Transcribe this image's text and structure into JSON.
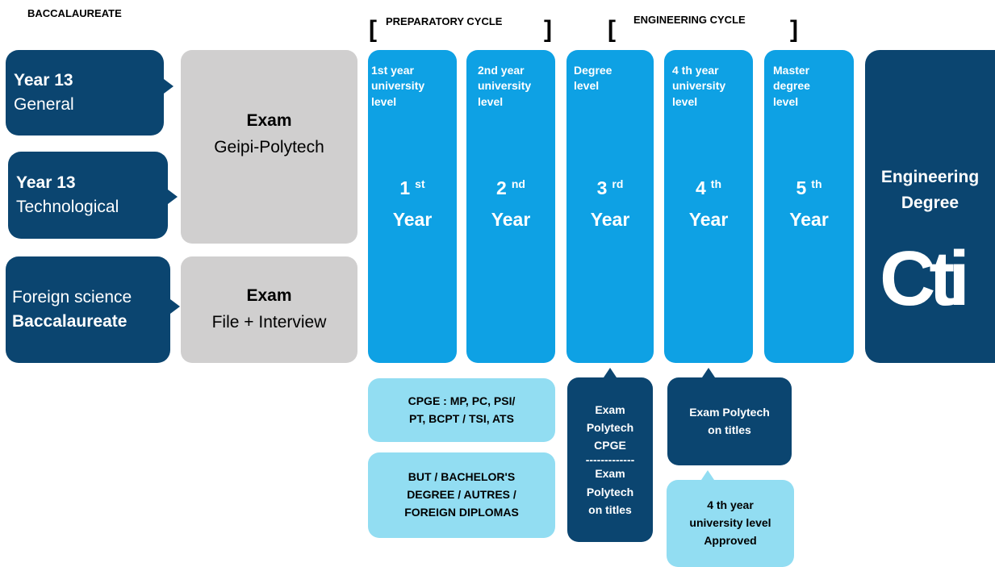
{
  "headers": {
    "bac": "BACCALAUREATE",
    "prep": "PREPARATORY CYCLE",
    "eng": "ENGINEERING CYCLE",
    "open": "[",
    "close": "]"
  },
  "entries": [
    {
      "title": "Year 13",
      "sub": "General"
    },
    {
      "title": "Year 13",
      "sub": "Technological"
    },
    {
      "title": "Foreign science",
      "sub": "Baccalaureate"
    }
  ],
  "exams": [
    {
      "title": "Exam",
      "sub": "Geipi-Polytech"
    },
    {
      "title": "Exam",
      "sub": "File + Interview"
    }
  ],
  "years": [
    {
      "level": [
        "1st year",
        "university",
        "level"
      ],
      "num": "1",
      "suffix": "st",
      "label": "Year"
    },
    {
      "level": [
        "2nd year",
        "university",
        "level"
      ],
      "num": "2",
      "suffix": "nd",
      "label": "Year"
    },
    {
      "level": [
        "Degree",
        "level"
      ],
      "num": "3",
      "suffix": "rd",
      "label": "Year"
    },
    {
      "level": [
        "4 th year",
        "university",
        "level"
      ],
      "num": "4",
      "suffix": "th",
      "label": "Year"
    },
    {
      "level": [
        "Master",
        "degree",
        "level"
      ],
      "num": "5",
      "suffix": "th",
      "label": "Year"
    }
  ],
  "degree": {
    "line1": "Engineering",
    "line2": "Degree",
    "logo": "Cti"
  },
  "bottom": {
    "cpge": [
      "CPGE : MP, PC, PSI/",
      "PT, BCPT / TSI, ATS"
    ],
    "but": [
      "BUT / BACHELOR'S",
      "DEGREE / AUTRES /",
      "FOREIGN DIPLOMAS"
    ],
    "exam3": [
      "Exam",
      "Polytech",
      "CPGE",
      "-------------",
      "Exam",
      "Polytech",
      "on titles"
    ],
    "exam4": [
      "Exam Polytech",
      "on titles"
    ],
    "approved": [
      "4 th year",
      "university level",
      "Approved"
    ]
  },
  "colors": {
    "navy": "#0b4570",
    "blue": "#0ea1e4",
    "light": "#92ddf2",
    "grey": "#d0cfcf"
  }
}
